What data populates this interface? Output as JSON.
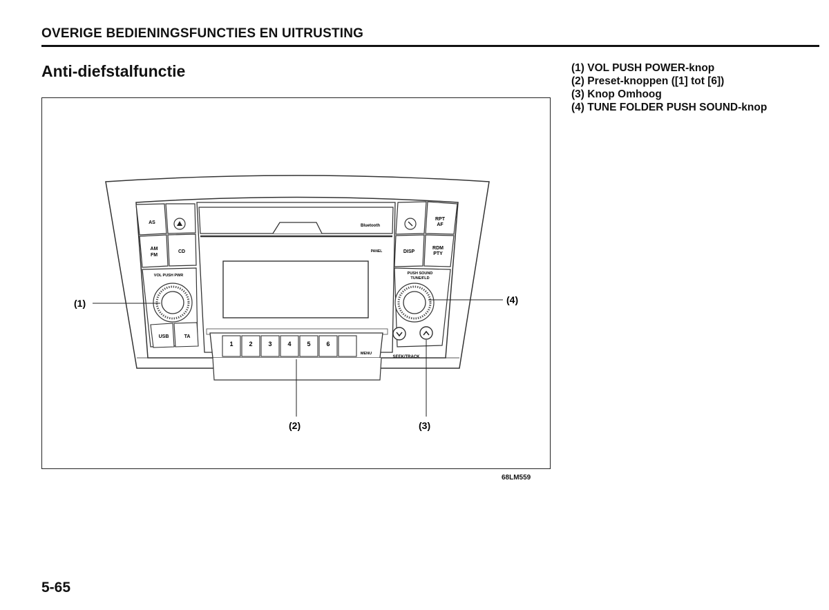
{
  "header": {
    "section_title": "OVERIGE BEDIENINGSFUNCTIES EN UITRUSTING"
  },
  "page": {
    "title": "Anti-diefstalfunctie",
    "number": "5-65"
  },
  "figure": {
    "code": "68LM559",
    "callouts": [
      "(1)",
      "(2)",
      "(3)",
      "(4)"
    ],
    "buttons": {
      "as": "AS",
      "am": "AM",
      "fm": "FM",
      "cd": "CD",
      "usb": "USB",
      "ta": "TA",
      "vol_pwr": "VOL PUSH PWR",
      "bluetooth": "Bluetooth",
      "panel": "PANEL",
      "rpt": "RPT",
      "af": "AF",
      "disp": "DISP",
      "rdm": "RDM",
      "pty": "PTY",
      "push_sound": "PUSH SOUND",
      "tune_fld": "TUNE/FLD",
      "seek_track": "SEEK/TRACK",
      "menu": "MENU",
      "presets": [
        "1",
        "2",
        "3",
        "4",
        "5",
        "6"
      ]
    }
  },
  "legend": [
    "(1) VOL PUSH POWER-knop",
    "(2) Preset-knoppen ([1] tot [6])",
    "(3) Knop Omhoog",
    "(4) TUNE FOLDER PUSH SOUND-knop"
  ]
}
